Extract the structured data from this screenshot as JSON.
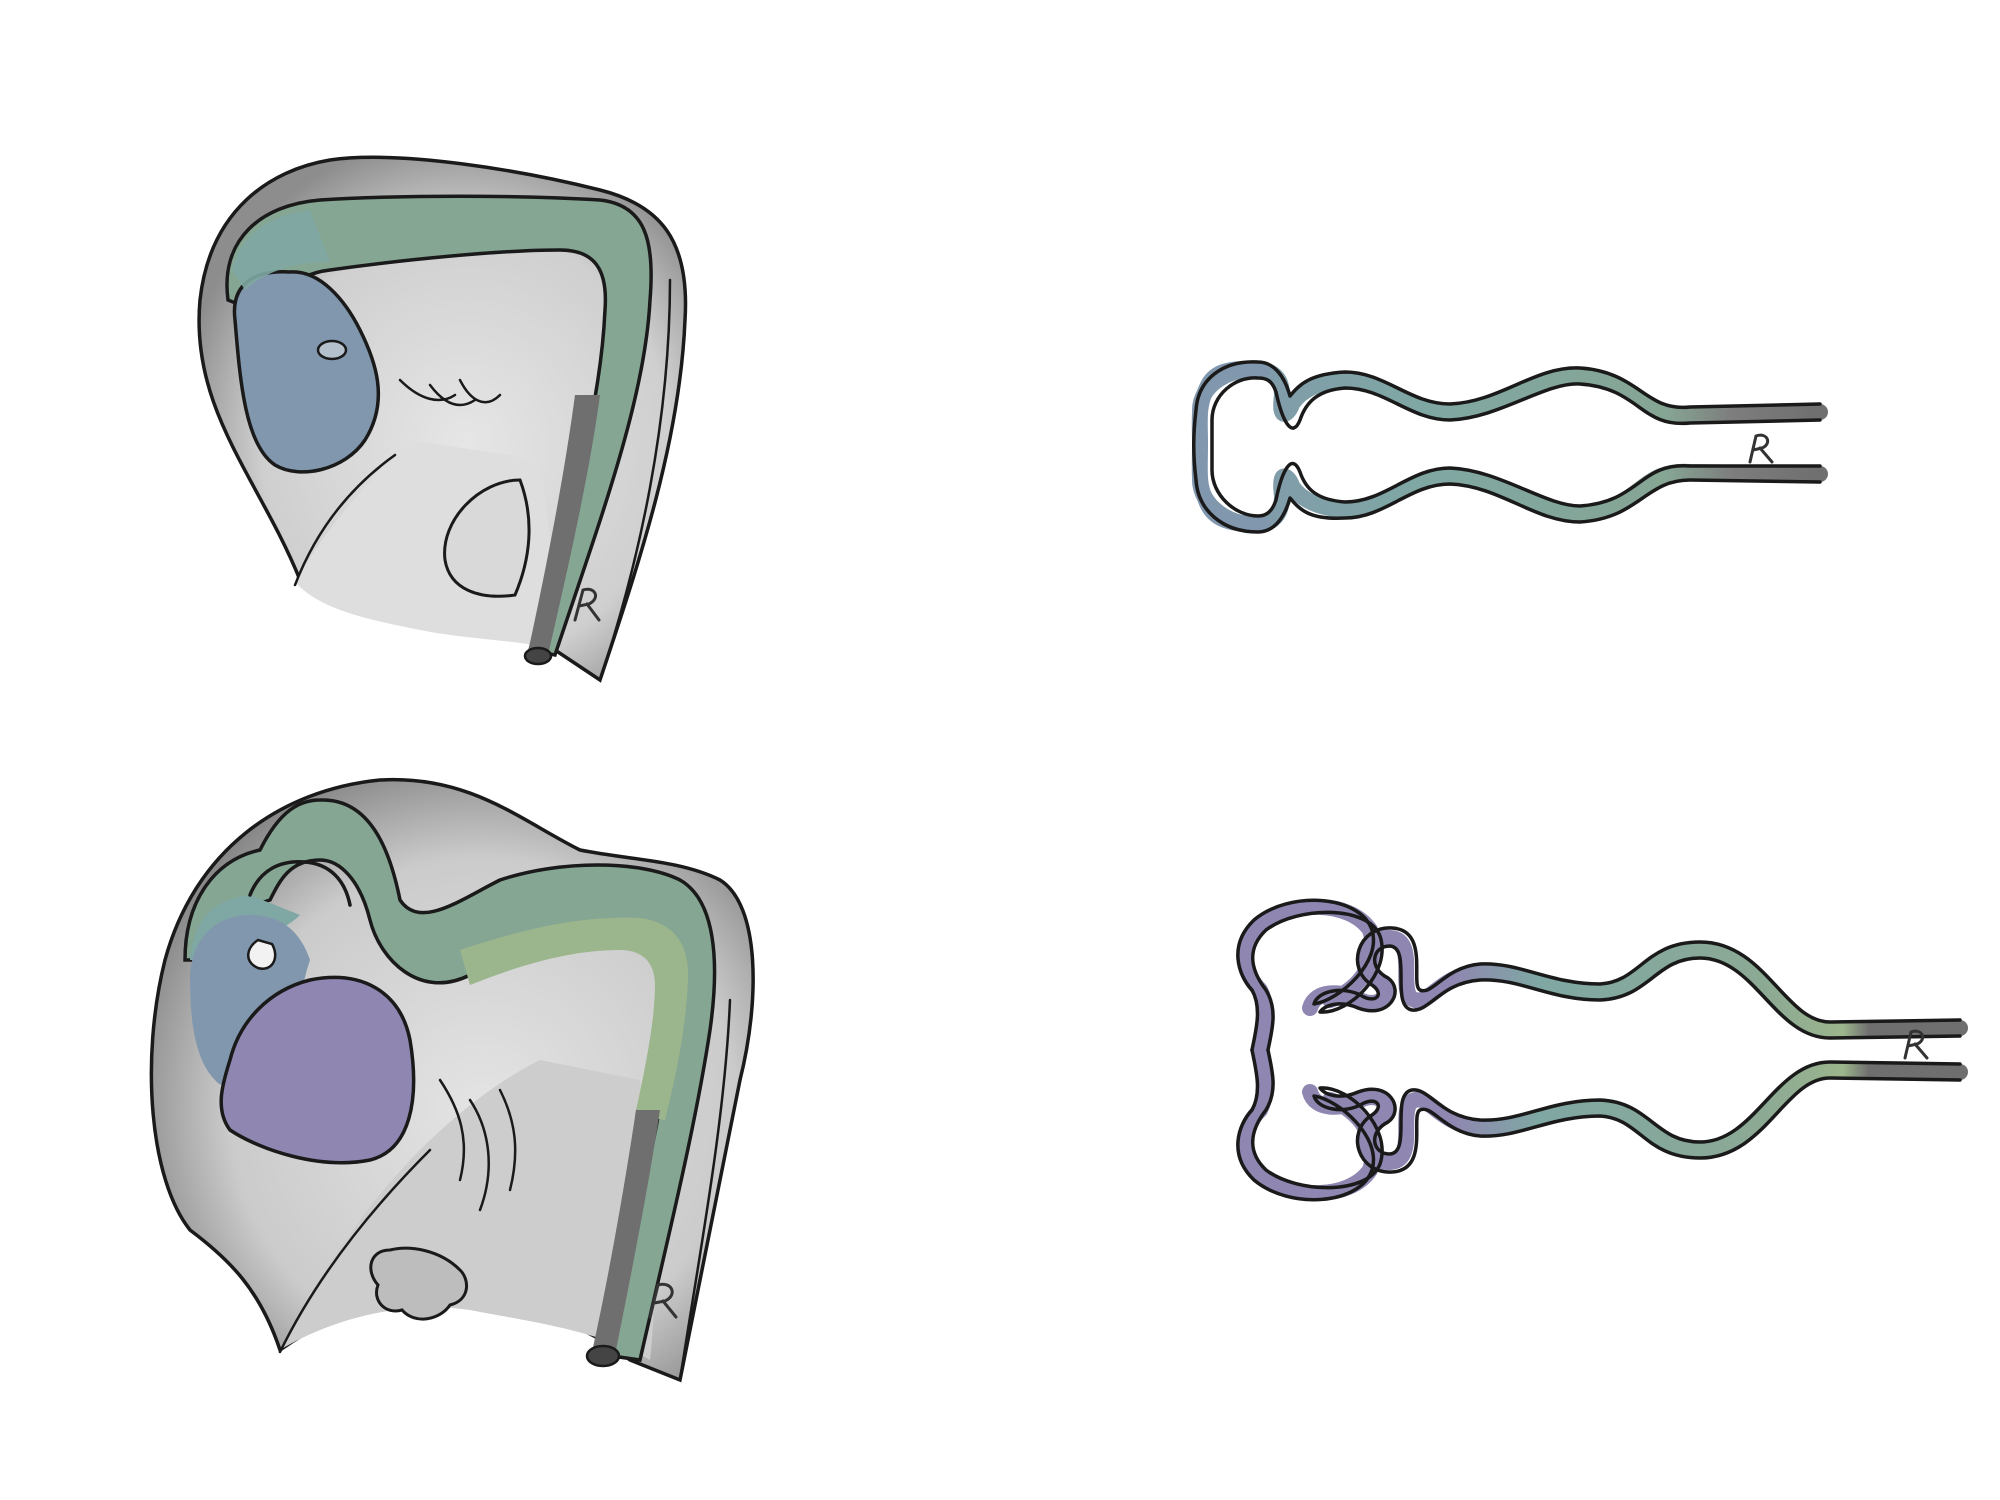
{
  "colors": {
    "background": "#ffffff",
    "skin_light": "#e4e4e4",
    "skin_mid": "#bdbdbd",
    "skin_dark": "#8a8a8a",
    "spinal_cord": "#6f6f6f",
    "forebrain_blue": "#8197ad",
    "teal": "#7fa7a3",
    "midbrain_green": "#86a694",
    "hindbrain_olive": "#9bb58c",
    "telencephalon_purple": "#8f87b1",
    "outline": "#1a1a1a"
  },
  "panels": [
    {
      "name": "embryo-early",
      "stage": "early",
      "view": "lateral"
    },
    {
      "name": "neural-tube-early",
      "stage": "early",
      "view": "dorsal"
    },
    {
      "name": "embryo-late",
      "stage": "late",
      "view": "lateral"
    },
    {
      "name": "neural-tube-late",
      "stage": "late",
      "view": "dorsal"
    }
  ],
  "signature_icon": "artist-signature-icon"
}
